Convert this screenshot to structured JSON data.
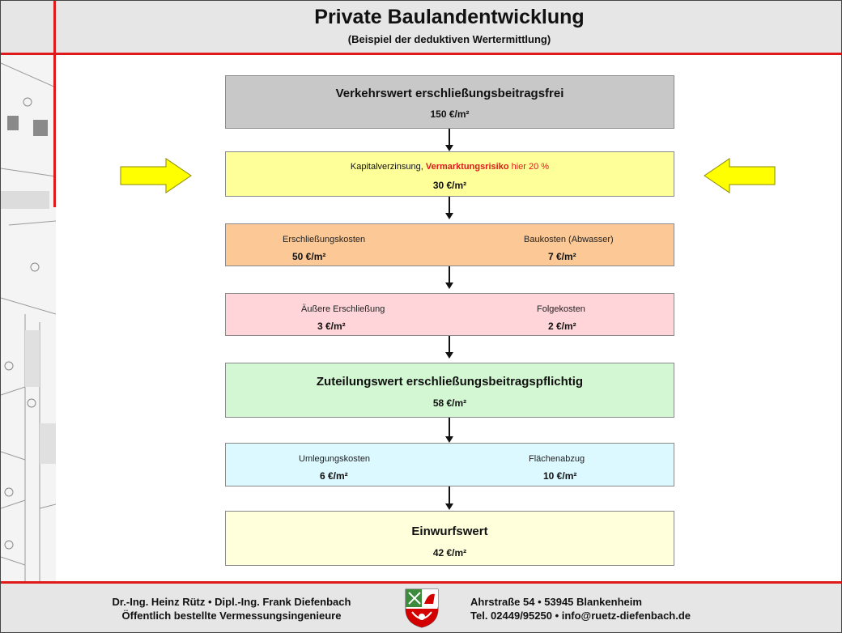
{
  "header": {
    "title": "Private Baulandentwicklung",
    "subtitle": "(Beispiel der deduktiven Wertermittlung)"
  },
  "boxes": {
    "verkehrswert": {
      "label": "Verkehrswert erschließungsbeitragsfrei",
      "value": "150 €/m²",
      "color": "#c8c8c8"
    },
    "kapital": {
      "label_prefix": "Kapitalverzinsung, ",
      "label_risk": "Vermarktungsrisiko",
      "label_suffix": " hier 20 %",
      "value": "30 €/m²",
      "color": "#ffff99"
    },
    "erschliessung": {
      "left_label": "Erschließungskosten",
      "left_value": "50 €/m²",
      "right_label": "Baukosten (Abwasser)",
      "right_value": "7 €/m²",
      "color": "#fbc896"
    },
    "aeussere": {
      "left_label": "Äußere Erschließung",
      "left_value": "3 €/m²",
      "right_label": "Folgekosten",
      "right_value": "2 €/m²",
      "color": "#ffd5d9"
    },
    "zuteilung": {
      "label": "Zuteilungswert erschließungsbeitragspflichtig",
      "value": "58 €/m²",
      "color": "#d2f7d2"
    },
    "umlegung": {
      "left_label": "Umlegungskosten",
      "left_value": "6 €/m²",
      "right_label": "Flächenabzug",
      "right_value": "10 €/m²",
      "color": "#dcf9ff"
    },
    "einwurf": {
      "label": "Einwurfswert",
      "value": "42 €/m²",
      "color": "#ffffdc"
    }
  },
  "colors": {
    "accent_red": "#e0191b",
    "arrow_yellow": "#ffff00",
    "band_gray": "#e6e6e6"
  },
  "footer": {
    "left_line1": "Dr.-Ing. Heinz Rütz • Dipl.-Ing. Frank Diefenbach",
    "left_line2": "Öffentlich bestellte Vermessungsingenieure",
    "right_line1": "Ahrstraße 54  •  53945 Blankenheim",
    "right_line2": "Tel. 02449/95250  •  info@ruetz-diefenbach.de"
  }
}
